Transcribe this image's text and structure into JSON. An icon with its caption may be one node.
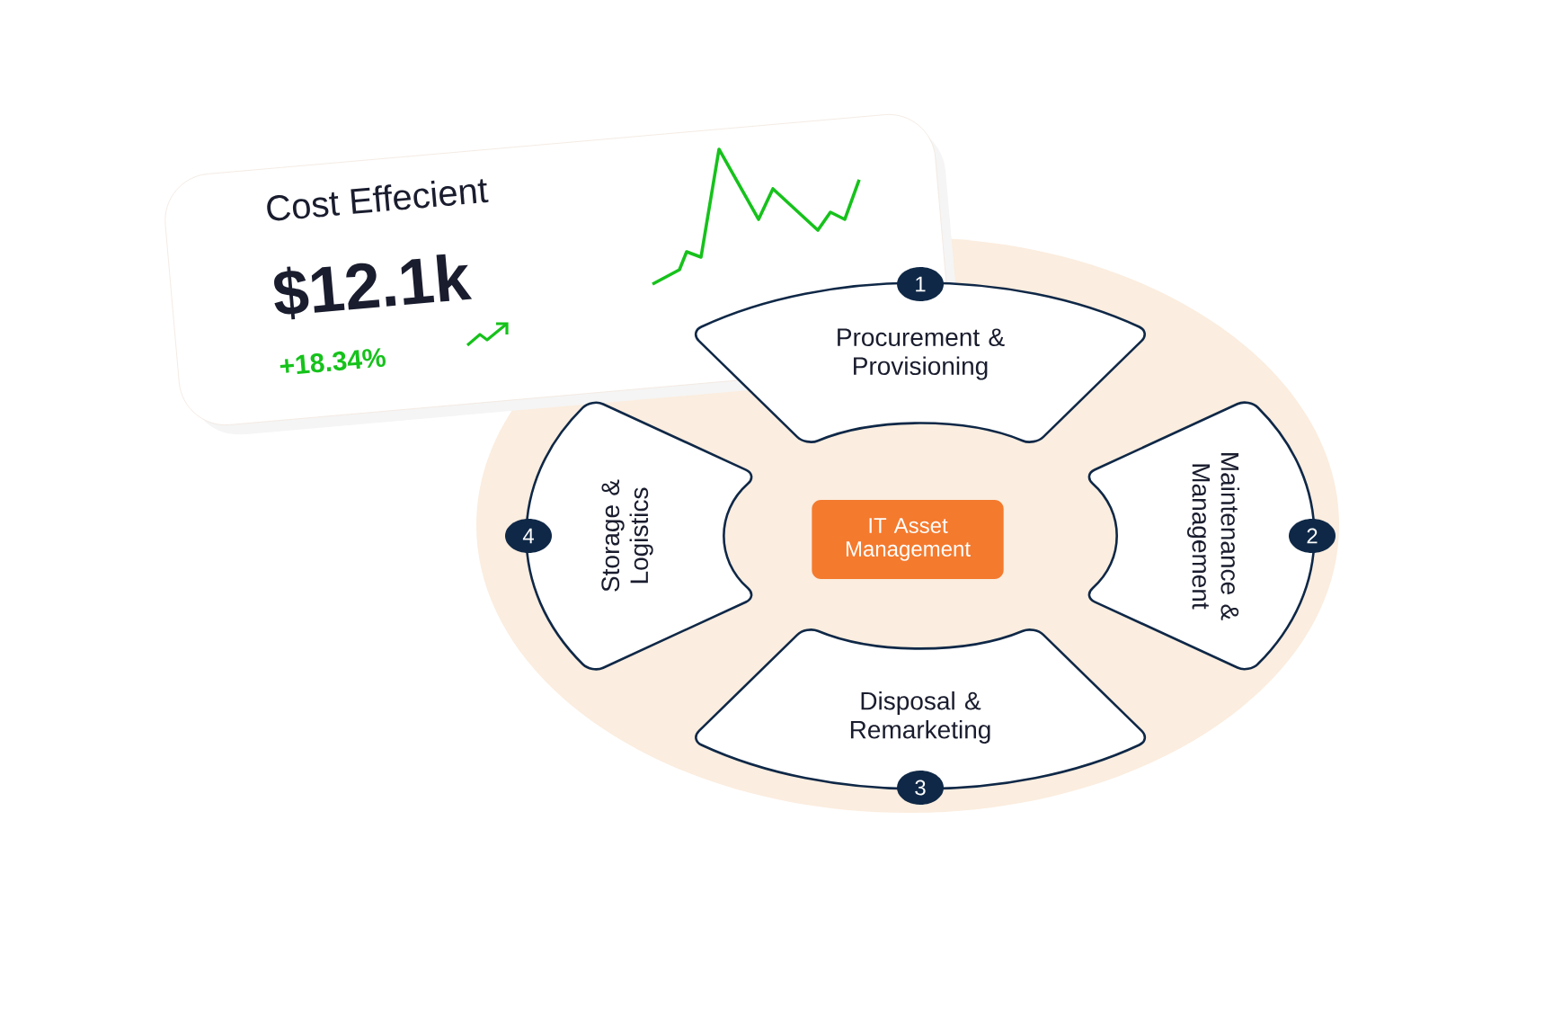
{
  "diagram": {
    "nodes": [
      {
        "text": [
          "Cost Effecient",
          "$12.1k",
          "+18.34%"
        ]
      },
      {
        "text": [
          "IT Asset Management"
        ]
      },
      {
        "text": [
          "Procurement & Provisioning"
        ]
      },
      {
        "text": [
          "Maintenance & Management"
        ]
      },
      {
        "text": [
          "Disposal & Remarketing"
        ]
      },
      {
        "text": [
          "Storage & Logistics"
        ]
      }
    ],
    "edges": [],
    "labels": [
      "1",
      "2",
      "3",
      "4"
    ]
  }
}
